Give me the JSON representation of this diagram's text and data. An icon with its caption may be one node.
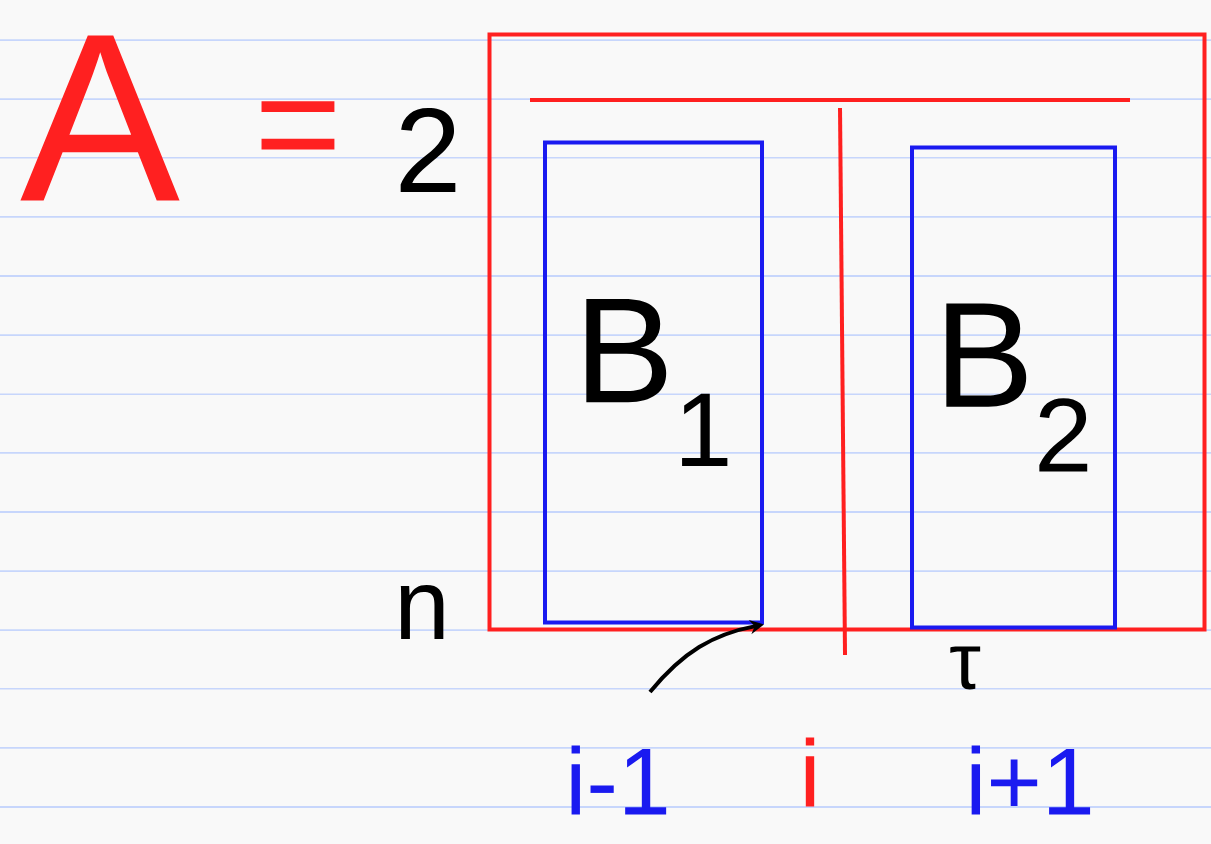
{
  "diagram": {
    "nodes": [
      {
        "text": [],
        "shape": "box"
      },
      {
        "text": [
          "B$_{1}$"
        ],
        "in": 0
      },
      {
        "text": [
          "B$_{2}$"
        ],
        "in": 0
      }
    ],
    "edges": [
      {
        "from": null,
        "to": 1,
        "arrow": "to"
      }
    ],
    "labels": [
      "A",
      "=",
      "2",
      "n",
      "τ",
      "i-1",
      "i",
      "i+1"
    ]
  }
}
